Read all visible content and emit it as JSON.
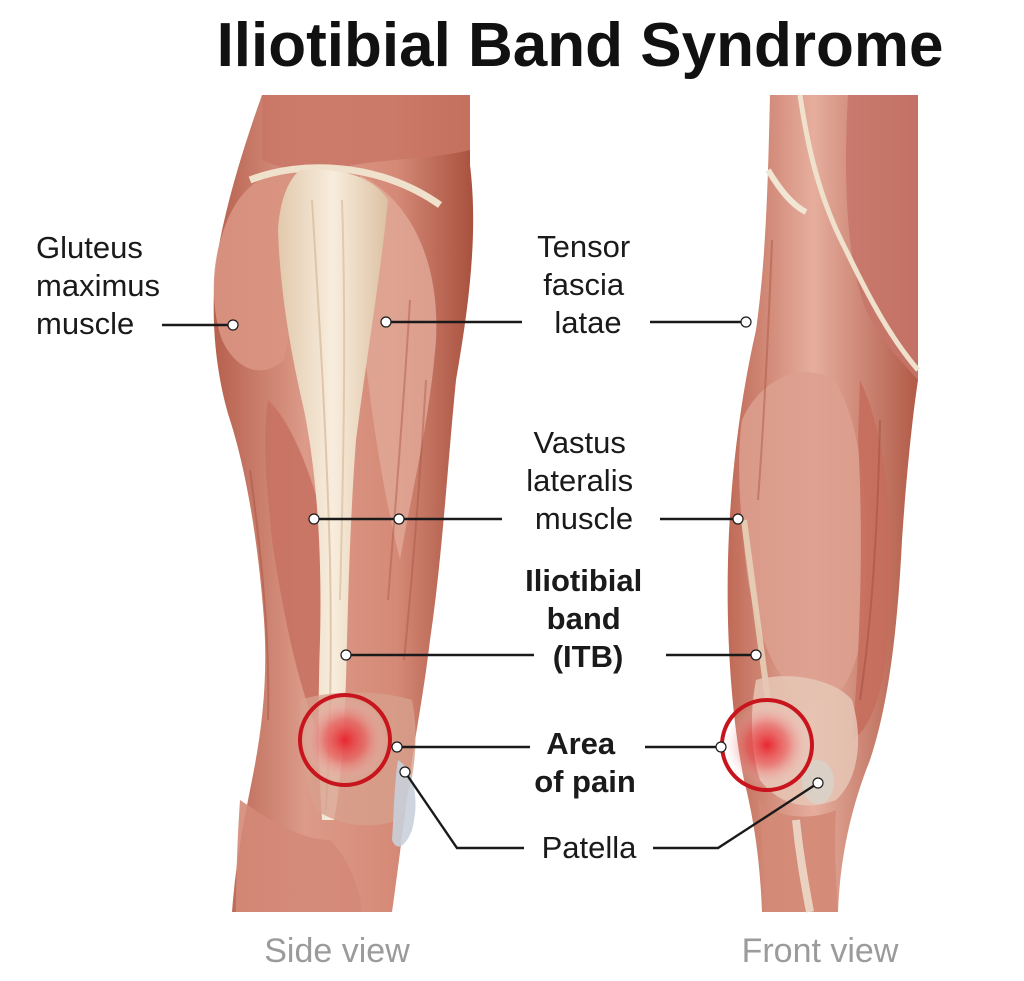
{
  "title": "Iliotibial Band Syndrome",
  "labels": {
    "gluteus": [
      "Gluteus",
      "maximus",
      "muscle"
    ],
    "tensor": [
      "Tensor",
      "fascia",
      "latae"
    ],
    "vastus": [
      "Vastus",
      "lateralis",
      "muscle"
    ],
    "itb": [
      "Iliotibial",
      "band",
      "(ITB)"
    ],
    "pain": [
      "Area",
      "of pain"
    ],
    "patella": [
      "Patella"
    ]
  },
  "captions": {
    "side": "Side view",
    "front": "Front view"
  },
  "colors": {
    "muscle": "#d9907f",
    "muscle_dark": "#b5614f",
    "tendon": "#f2e4cf",
    "pain_ring": "#c8141c",
    "pain_glow": "#e8202a",
    "caption": "#9b9b9b"
  }
}
